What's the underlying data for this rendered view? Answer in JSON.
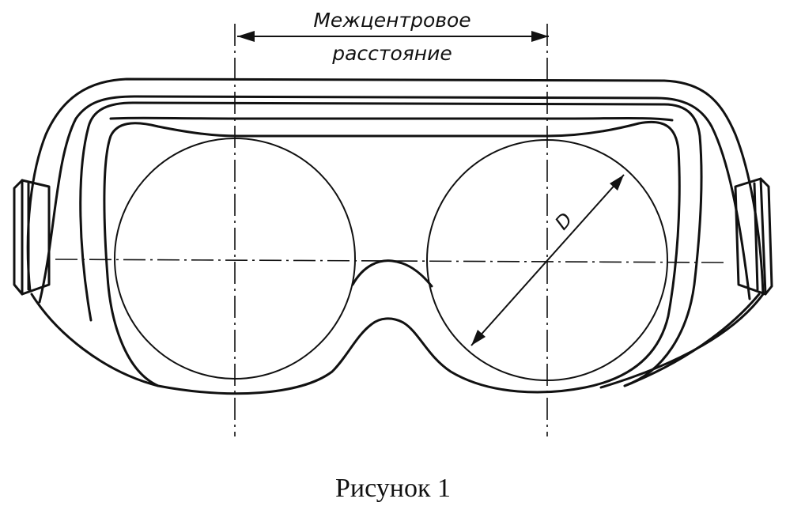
{
  "figure": {
    "dimension_label_line1": "Межцентровое",
    "dimension_label_line2": "расстояние",
    "diameter_label": "D",
    "caption": "Рисунок 1"
  }
}
